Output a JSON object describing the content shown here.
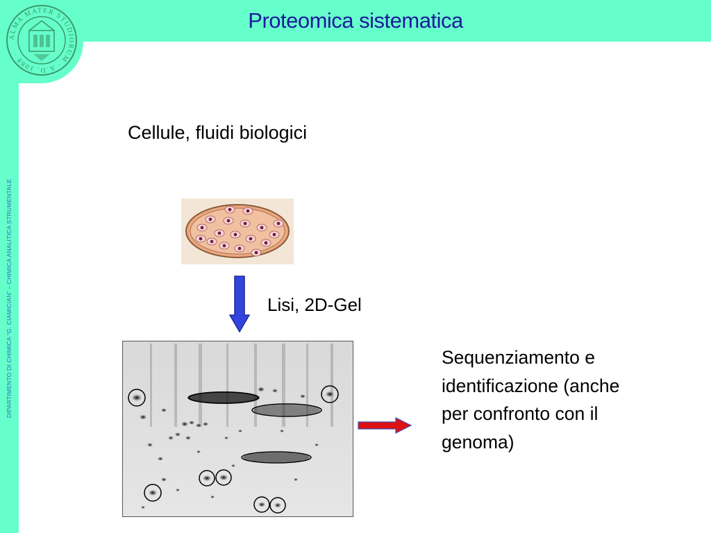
{
  "title": "Proteomica sistematica",
  "side_label": "DIPARTIMENTO DI CHIMICA “G. CIAMICIAN” – CHIMICA ANALITICA STRUMENTALE",
  "seal_text": "ALMA MATER STUDIORUM A.D. 1088",
  "labels": {
    "source": "Cellule, fluidi biologici",
    "step": "Lisi, 2D-Gel",
    "result_lines": [
      "Sequenziamento e",
      "identificazione (anche",
      "per confronto con il",
      "genoma)"
    ]
  },
  "colors": {
    "frame": "#66ffcc",
    "title": "#1a1a9a",
    "down_arrow": "#3344dd",
    "right_arrow": "#dd1111"
  }
}
